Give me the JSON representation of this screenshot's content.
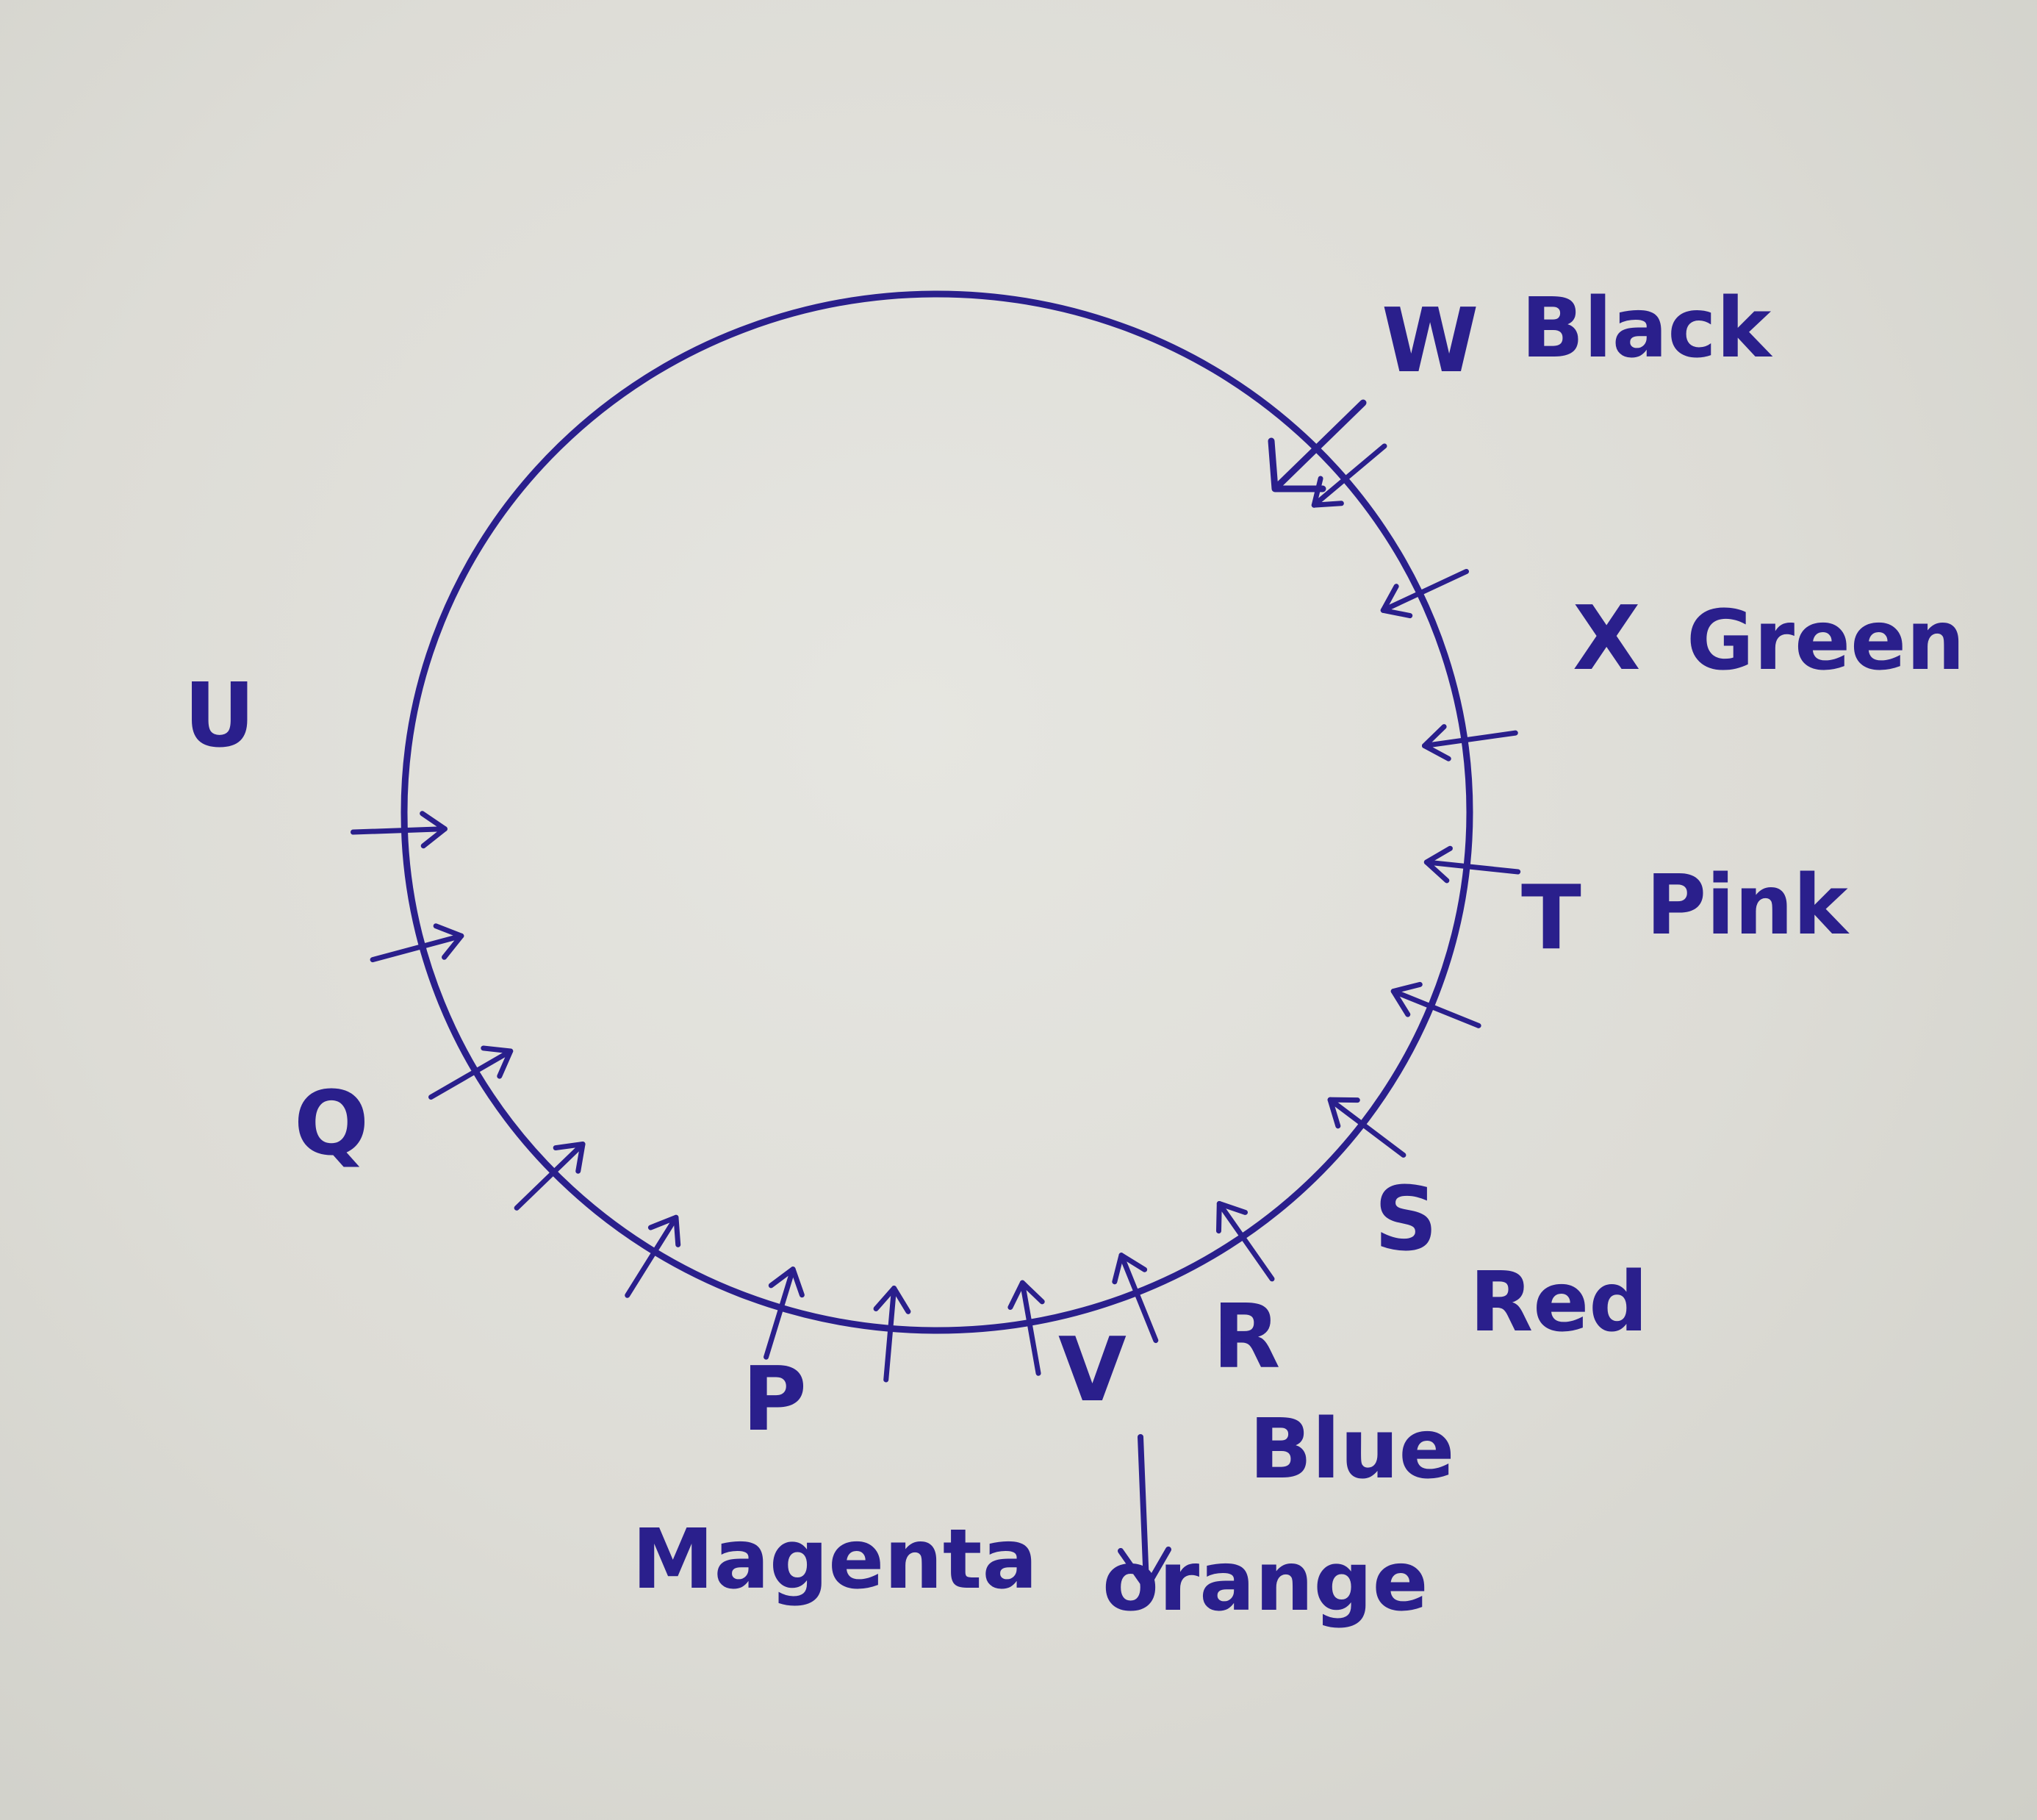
{
  "ink_color": "#2a1f8c",
  "paper_color": "#dddcd6",
  "diagram": {
    "arrangement": "circle",
    "people": [
      {
        "letter": "W",
        "color": "Black",
        "facing": "inside"
      },
      {
        "letter": "X",
        "color": "Green",
        "facing": "inside"
      },
      {
        "letter": "T",
        "color": "Pink",
        "facing": "inside"
      },
      {
        "letter": "S",
        "color": "Red",
        "facing": "inside"
      },
      {
        "letter": "R",
        "color": "Blue",
        "facing": "inside"
      },
      {
        "letter": "V",
        "color": "Orange",
        "facing": "outside"
      },
      {
        "letter": "P",
        "color": "Magenta",
        "facing": "inside"
      },
      {
        "letter": "Q",
        "color": "",
        "facing": "inside"
      },
      {
        "letter": "U",
        "color": "",
        "facing": "inside"
      }
    ],
    "labels": {
      "w": "W",
      "w_color": "Black",
      "x": "X",
      "x_color": "Green",
      "t": "T",
      "t_color": "Pink",
      "s": "S",
      "s_color": "Red",
      "r": "R",
      "r_color": "Blue",
      "v": "V",
      "v_color": "orange",
      "p": "P",
      "p_color": "Magenta",
      "q": "Q",
      "u": "U"
    }
  }
}
